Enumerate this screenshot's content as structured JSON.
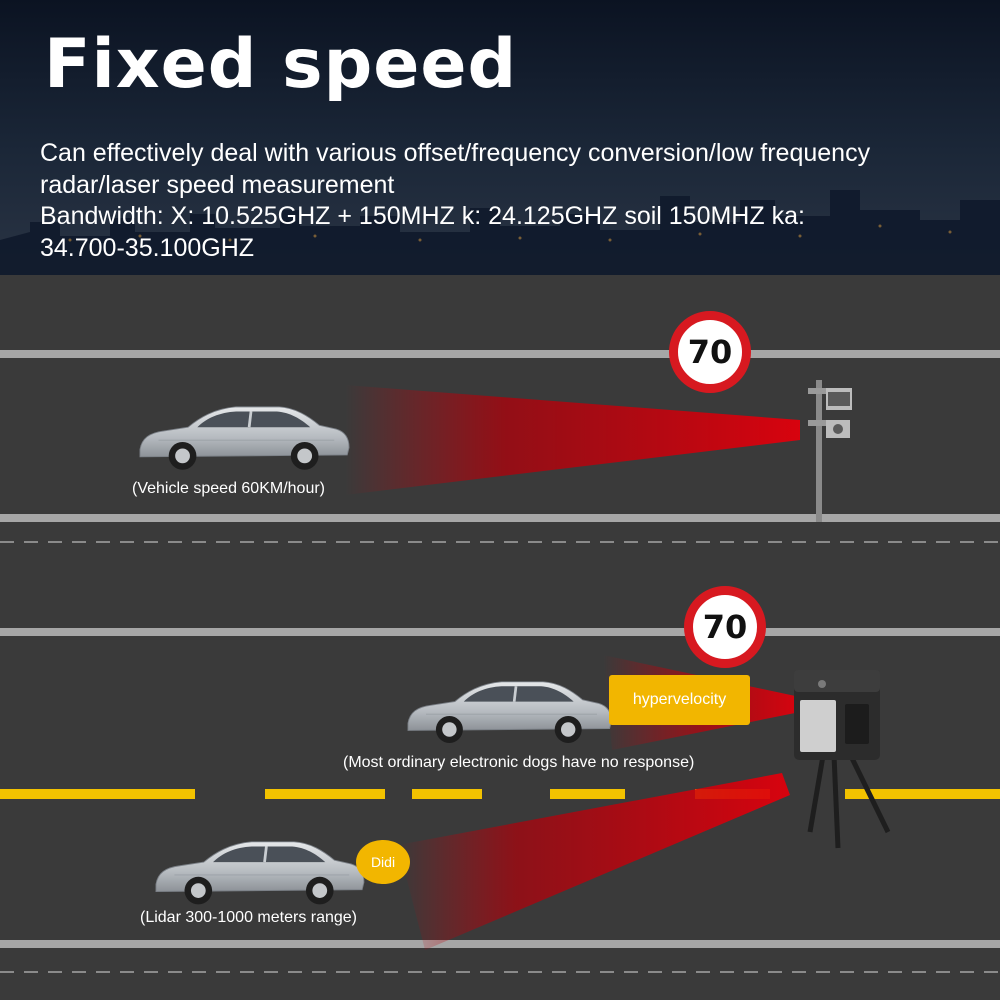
{
  "header": {
    "title": "Fixed speed",
    "desc_lines": [
      "Can effectively deal with various offset/frequency conversion/low frequency",
      "radar/laser speed measurement",
      "Bandwidth: X: 10.525GHZ + 150MHZ k: 24.125GHZ soil 150MHZ ka:",
      "34.700-35.100GHZ"
    ]
  },
  "scene_top": {
    "speed_limit": "70",
    "caption": "(Vehicle speed 60KM/hour)"
  },
  "scene_bottom": {
    "speed_limit": "70",
    "badge_hypervelocity": "hypervelocity",
    "caption_electronic_dog": "(Most ordinary electronic dogs have no response)",
    "badge_didi": "Didi",
    "caption_lidar": "(Lidar 300-1000 meters range)"
  },
  "colors": {
    "sign_border": "#d71920",
    "beam_red": "#c8000a",
    "badge_yellow": "#f2b600",
    "lane_yellow": "#f2c200",
    "road": "#3a3a3a",
    "sky_top": "#0e1626"
  }
}
